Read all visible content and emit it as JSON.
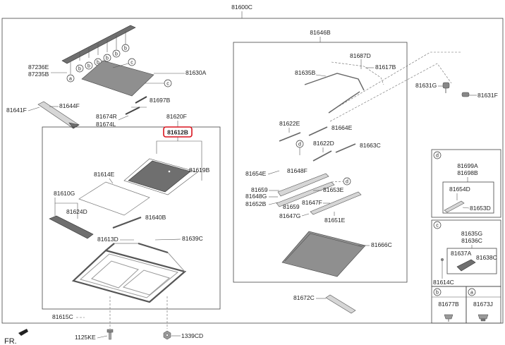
{
  "diagram": {
    "root_code": "81600C",
    "direction_label": "FR.",
    "highlight_color": "#d9141e",
    "left_group": {
      "codes": [
        "87236E",
        "87235B",
        "81630A",
        "81641F",
        "81644F",
        "81697B",
        "81674R",
        "81674L",
        "81620F",
        "81612B",
        "81614E",
        "81619B",
        "81610G",
        "81624D",
        "81640B",
        "81613D",
        "81639C",
        "81615C",
        "1125KE",
        "1339CD"
      ],
      "callout_letters": [
        "a",
        "b",
        "b",
        "b",
        "b",
        "b",
        "b",
        "c",
        "c"
      ],
      "highlighted_code": "81612B"
    },
    "center_group": {
      "codes": [
        "81646B",
        "81687D",
        "81617B",
        "81635B",
        "81631G",
        "81631F",
        "81622E",
        "81664E",
        "81622D",
        "81663C",
        "81654E",
        "81648F",
        "81659",
        "81648G",
        "81652B",
        "81653E",
        "81659",
        "81647F",
        "81647G",
        "81651E",
        "81666C",
        "81672C"
      ],
      "callout_letters": [
        "d",
        "d"
      ]
    },
    "detail_boxes": {
      "d": {
        "letter": "d",
        "codes": [
          "81699A",
          "81698B",
          "81654D",
          "81653D"
        ]
      },
      "c": {
        "letter": "c",
        "codes": [
          "81635G",
          "81636C",
          "81637A",
          "81638C",
          "81614C"
        ]
      },
      "b": {
        "letter": "b",
        "code": "81677B"
      },
      "a": {
        "letter": "a",
        "code": "81673J"
      }
    }
  }
}
